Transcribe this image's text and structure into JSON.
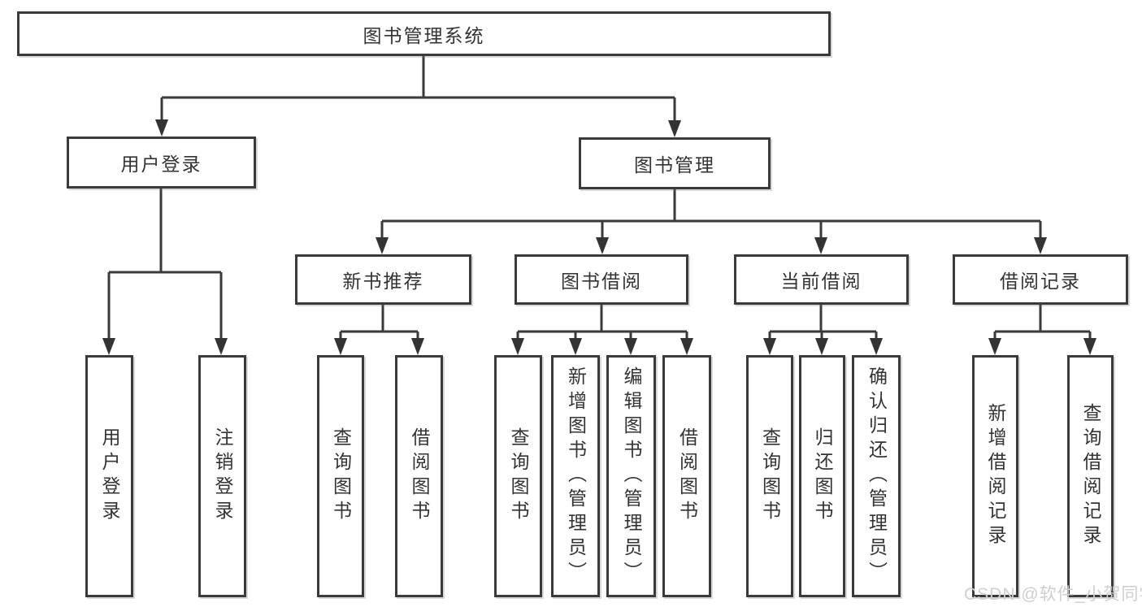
{
  "tree": {
    "label": "图书管理系统",
    "children": [
      {
        "label": "用户登录",
        "children": [
          {
            "label": "用户登录"
          },
          {
            "label": "注销登录"
          }
        ]
      },
      {
        "label": "图书管理",
        "children": [
          {
            "label": "新书推荐",
            "children": [
              {
                "label": "查询图书"
              },
              {
                "label": "借阅图书"
              }
            ]
          },
          {
            "label": "图书借阅",
            "children": [
              {
                "label": "查询图书"
              },
              {
                "label": "新增图书（管理员）"
              },
              {
                "label": "编辑图书（管理员）"
              },
              {
                "label": "借阅图书"
              }
            ]
          },
          {
            "label": "当前借阅",
            "children": [
              {
                "label": "查询图书"
              },
              {
                "label": "归还图书"
              },
              {
                "label": "确认归还（管理员）"
              }
            ]
          },
          {
            "label": "借阅记录",
            "children": [
              {
                "label": "新增借阅记录"
              },
              {
                "label": "查询借阅记录"
              }
            ]
          }
        ]
      }
    ]
  },
  "watermark": "CSDN @软件_小贺同学",
  "colors": {
    "line": "#3a3a3a",
    "text": "#333333",
    "background": "#ffffff",
    "watermark": "#cfcfcf"
  }
}
